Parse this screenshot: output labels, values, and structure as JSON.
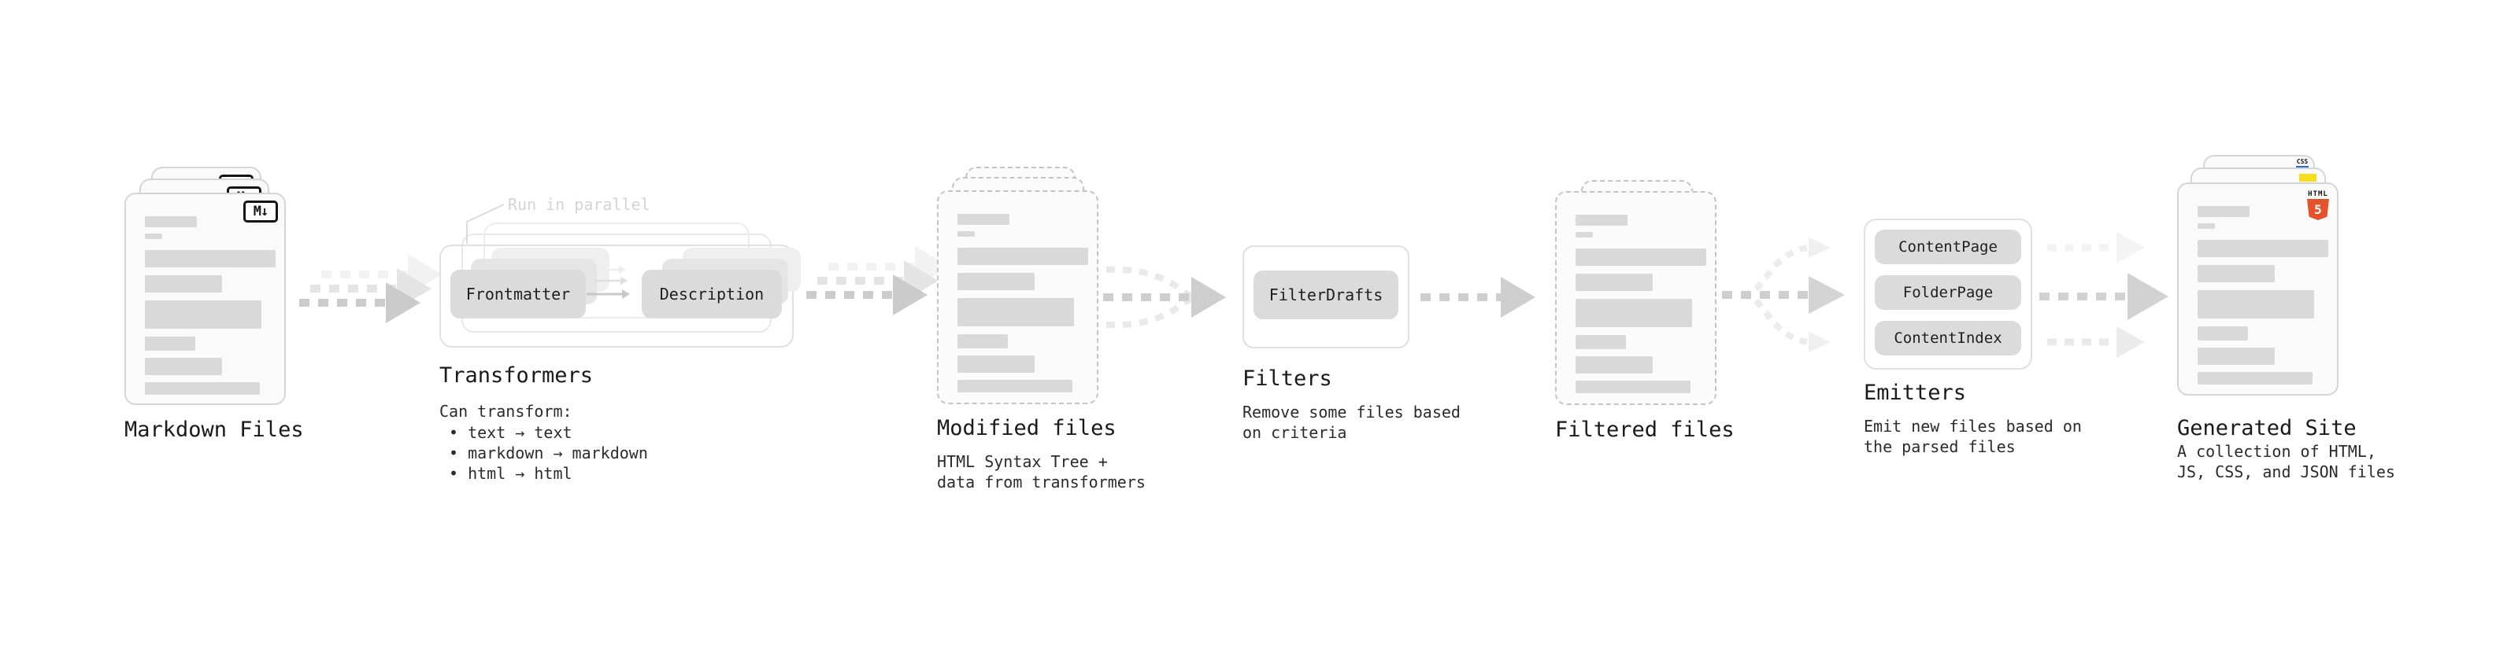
{
  "markdown": {
    "title": "Markdown Files",
    "badge": "M↓",
    "badge_icon": "markdown-icon"
  },
  "transformers": {
    "title": "Transformers",
    "annotation": "Run in parallel",
    "pills": [
      "Frontmatter",
      "Description"
    ],
    "subtitle": "Can transform:",
    "bullets_text": "• text → text\n• markdown → markdown\n• html → html"
  },
  "modified": {
    "title": "Modified files",
    "subtitle": "HTML Syntax Tree +\ndata from transformers"
  },
  "filters": {
    "title": "Filters",
    "pill": "FilterDrafts",
    "subtitle": "Remove some files based\non criteria"
  },
  "filtered": {
    "title": "Filtered files"
  },
  "emitters": {
    "title": "Emitters",
    "pills": [
      "ContentPage",
      "FolderPage",
      "ContentIndex"
    ],
    "subtitle": "Emit new files based on\nthe parsed files"
  },
  "generated": {
    "title": "Generated Site",
    "subtitle": "A collection of HTML,\nJS, CSS, and JSON files",
    "badges": {
      "html_label": "HTML",
      "html_number": "5",
      "css_label": "CSS"
    }
  },
  "colors": {
    "html5_orange": "#e5532d",
    "js_yellow": "#f7df1e",
    "css_blue": "#2965f1",
    "arrow_gray": "#cbcbcb",
    "card_border": "#d5d5d5"
  }
}
